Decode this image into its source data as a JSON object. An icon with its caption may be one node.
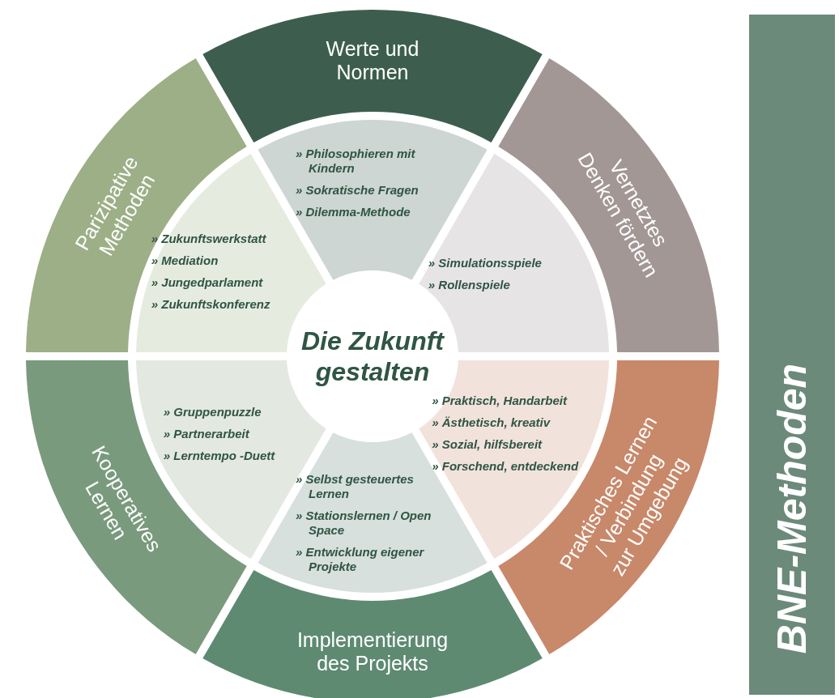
{
  "diagram": {
    "nodes": [
      {
        "text": [
          "Die Zukunft gestalten"
        ]
      },
      {
        "text": [
          "Werte und Normen"
        ]
      },
      {
        "text": [
          "Vernetztes Denken fördern"
        ]
      },
      {
        "text": [
          "Praktisches Lernen / Verbindung zur Umgebung"
        ]
      },
      {
        "text": [
          "Implementierung des Projekts"
        ]
      },
      {
        "text": [
          "Kooperatives Lernen"
        ]
      },
      {
        "text": [
          "Parizipative Methoden"
        ]
      },
      {
        "text": [
          "» Philosophieren mit Kindern",
          "» Sokratische Fragen",
          "» Dilemma-Methode"
        ]
      },
      {
        "text": [
          "» Simulationsspiele",
          "» Rollenspiele"
        ]
      },
      {
        "text": [
          "» Praktisch, Handarbeit",
          "» Ästhetisch, kreativ",
          "» Sozial, hilfsbereit",
          "» Forschend, entdeckend"
        ]
      },
      {
        "text": [
          "» Selbst gesteuertes Lernen",
          "» Stationslernen / Open Space",
          "» Entwicklung eigener Projekte"
        ]
      },
      {
        "text": [
          "» Gruppenpuzzle",
          "» Partnerarbeit",
          "» Lerntempo -Duett"
        ]
      },
      {
        "text": [
          "» Zukunftswerkstatt",
          "» Mediation",
          "» Jungedparlament",
          "» Zukunftskonferenz"
        ]
      },
      {
        "text": [
          "BNE-Methoden"
        ]
      }
    ]
  }
}
